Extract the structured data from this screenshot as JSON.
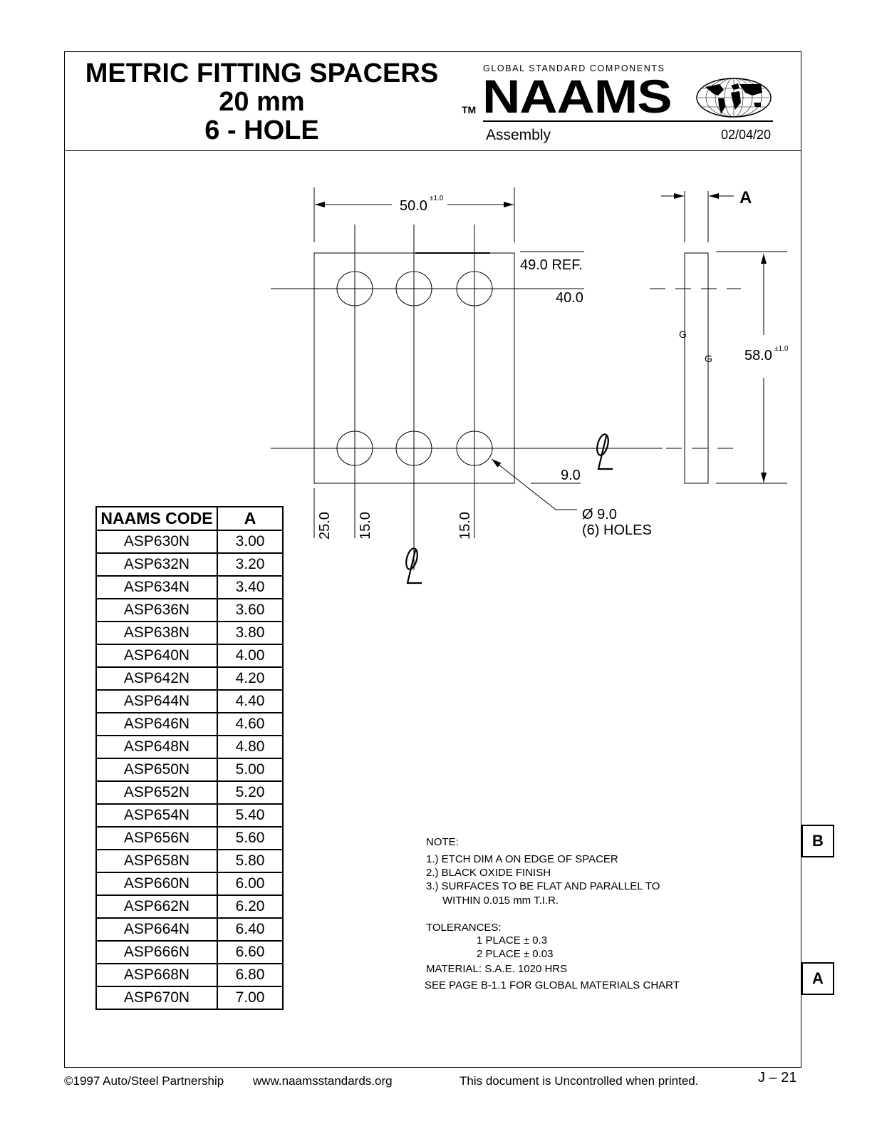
{
  "header": {
    "title_lines": [
      "METRIC FITTING SPACERS",
      "20 mm",
      "6 - HOLE"
    ],
    "brand_tagline": "GLOBAL STANDARD COMPONENTS",
    "brand_name": "NAAMS",
    "trademark": "TM",
    "section": "Assembly",
    "date": "02/04/20"
  },
  "drawing": {
    "width_dim": "50.0",
    "width_tol": "±1.0",
    "ref_dim": "49.0 REF.",
    "top_row_dim": "40.0",
    "bottom_row_dim": "9.0",
    "height_dim": "58.0",
    "height_tol": "±1.0",
    "thickness_label": "A",
    "hole_note_1": "Ø 9.0",
    "hole_note_2": "(6) HOLES",
    "dim_left": "25.0",
    "dim_mid_left": "15.0",
    "dim_right": "15.0",
    "grain_marks": [
      "G",
      "G"
    ]
  },
  "table": {
    "headers": [
      "NAAMS CODE",
      "A"
    ],
    "rows": [
      [
        "ASP630N",
        "3.00"
      ],
      [
        "ASP632N",
        "3.20"
      ],
      [
        "ASP634N",
        "3.40"
      ],
      [
        "ASP636N",
        "3.60"
      ],
      [
        "ASP638N",
        "3.80"
      ],
      [
        "ASP640N",
        "4.00"
      ],
      [
        "ASP642N",
        "4.20"
      ],
      [
        "ASP644N",
        "4.40"
      ],
      [
        "ASP646N",
        "4.60"
      ],
      [
        "ASP648N",
        "4.80"
      ],
      [
        "ASP650N",
        "5.00"
      ],
      [
        "ASP652N",
        "5.20"
      ],
      [
        "ASP654N",
        "5.40"
      ],
      [
        "ASP656N",
        "5.60"
      ],
      [
        "ASP658N",
        "5.80"
      ],
      [
        "ASP660N",
        "6.00"
      ],
      [
        "ASP662N",
        "6.20"
      ],
      [
        "ASP664N",
        "6.40"
      ],
      [
        "ASP666N",
        "6.60"
      ],
      [
        "ASP668N",
        "6.80"
      ],
      [
        "ASP670N",
        "7.00"
      ]
    ]
  },
  "notes": {
    "heading": "NOTE:",
    "items": [
      "1.) ETCH DIM A ON EDGE OF SPACER",
      "2.) BLACK OXIDE FINISH",
      "3.) SURFACES TO BE FLAT AND PARALLEL TO",
      "WITHIN 0.015 mm T.I.R."
    ],
    "tolerances_heading": "TOLERANCES:",
    "tolerances": [
      "1 PLACE ± 0.3",
      "2 PLACE ± 0.03"
    ],
    "material": "MATERIAL: S.A.E. 1020 HRS",
    "see_page": "SEE PAGE B-1.1 FOR GLOBAL MATERIALS CHART"
  },
  "side_tabs": [
    "B",
    "A"
  ],
  "footer": {
    "copyright": "©1997 Auto/Steel Partnership",
    "website": "www.naamsstandards.org",
    "disclaimer": "This document is Uncontrolled when printed.",
    "page": "J – 21"
  }
}
